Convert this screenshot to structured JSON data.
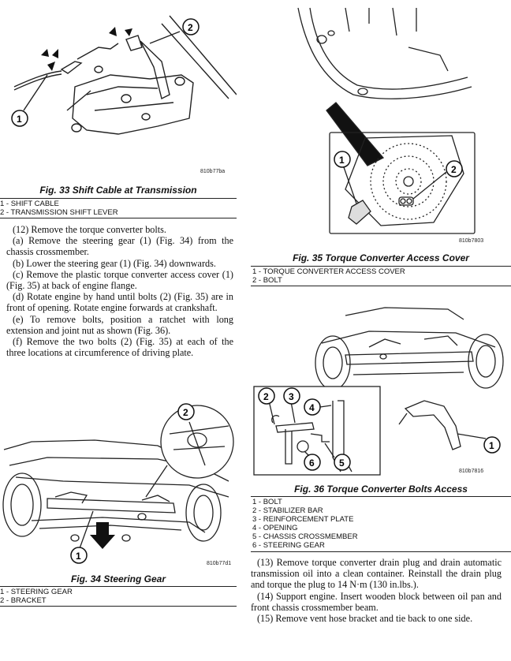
{
  "fig33": {
    "caption": "Fig. 33 Shift Cable at Transmission",
    "code": "810b77ba",
    "callouts": [
      "1",
      "2"
    ],
    "legend": [
      "1 - SHIFT CABLE",
      "2 - TRANSMISSION SHIFT LEVER"
    ]
  },
  "procedure_left": [
    "(12) Remove the torque converter bolts.",
    "(a) Remove the steering gear (1) (Fig. 34) from the chassis crossmember.",
    "(b) Lower the steering gear (1) (Fig. 34) downwards.",
    "(c) Remove the plastic torque converter access cover (1) (Fig. 35) at back of engine flange.",
    "(d) Rotate engine by hand until bolts (2) (Fig. 35) are in front of opening. Rotate engine forwards at crankshaft.",
    "(e) To remove bolts, position a ratchet with long extension and joint nut as shown (Fig. 36).",
    "(f) Remove the two bolts (2) (Fig. 35) at each of the three locations at circumference of driving plate."
  ],
  "fig34": {
    "caption": "Fig. 34 Steering Gear",
    "code": "810b77d1",
    "callouts": [
      "1",
      "2"
    ],
    "legend": [
      "1 - STEERING GEAR",
      "2 - BRACKET"
    ]
  },
  "fig35": {
    "caption": "Fig. 35 Torque Converter Access Cover",
    "code": "810b7803",
    "callouts": [
      "1",
      "2"
    ],
    "legend": [
      "1 - TORQUE CONVERTER ACCESS COVER",
      "2 - BOLT"
    ]
  },
  "fig36": {
    "caption": "Fig. 36 Torque Converter Bolts Access",
    "code": "810b7816",
    "callouts": [
      "2",
      "3",
      "4",
      "6",
      "5",
      "1"
    ],
    "legend": [
      "1 - BOLT",
      "2 - STABILIZER BAR",
      "3 - REINFORCEMENT PLATE",
      "4 - OPENING",
      "5 - CHASSIS CROSSMEMBER",
      "6 - STEERING GEAR"
    ]
  },
  "procedure_right": [
    "(13) Remove torque converter drain plug and drain automatic transmission oil into a clean container. Reinstall the drain plug and torque the plug to 14 N·m (130 in.lbs.).",
    "(14) Support engine. Insert wooden block between oil pan and front chassis crossmember beam.",
    "(15) Remove vent hose bracket and tie back to one side."
  ]
}
